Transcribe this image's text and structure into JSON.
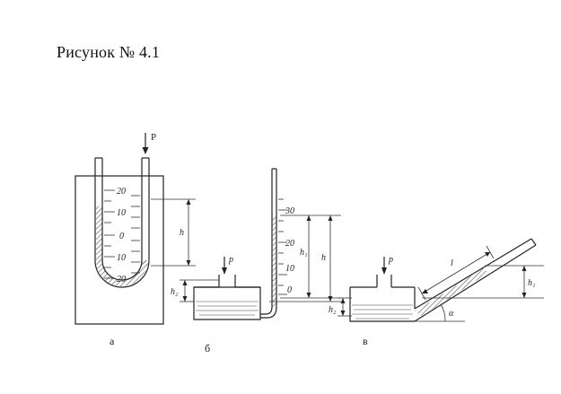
{
  "title": "Рисунок № 4.1",
  "fig_a": {
    "caption": "а",
    "pressure": "P",
    "ticks": [
      "20",
      "10",
      "0",
      "10",
      "20"
    ],
    "h": "h"
  },
  "fig_b": {
    "caption": "б",
    "pressure": "р",
    "ticks": [
      "30",
      "20",
      "10",
      "0"
    ],
    "h": "h",
    "h1": "h₁",
    "h2": "h₂"
  },
  "fig_c": {
    "caption": "в",
    "pressure": "р",
    "l": "l",
    "h1": "h₁",
    "h2": "h₂",
    "alpha": "α"
  }
}
